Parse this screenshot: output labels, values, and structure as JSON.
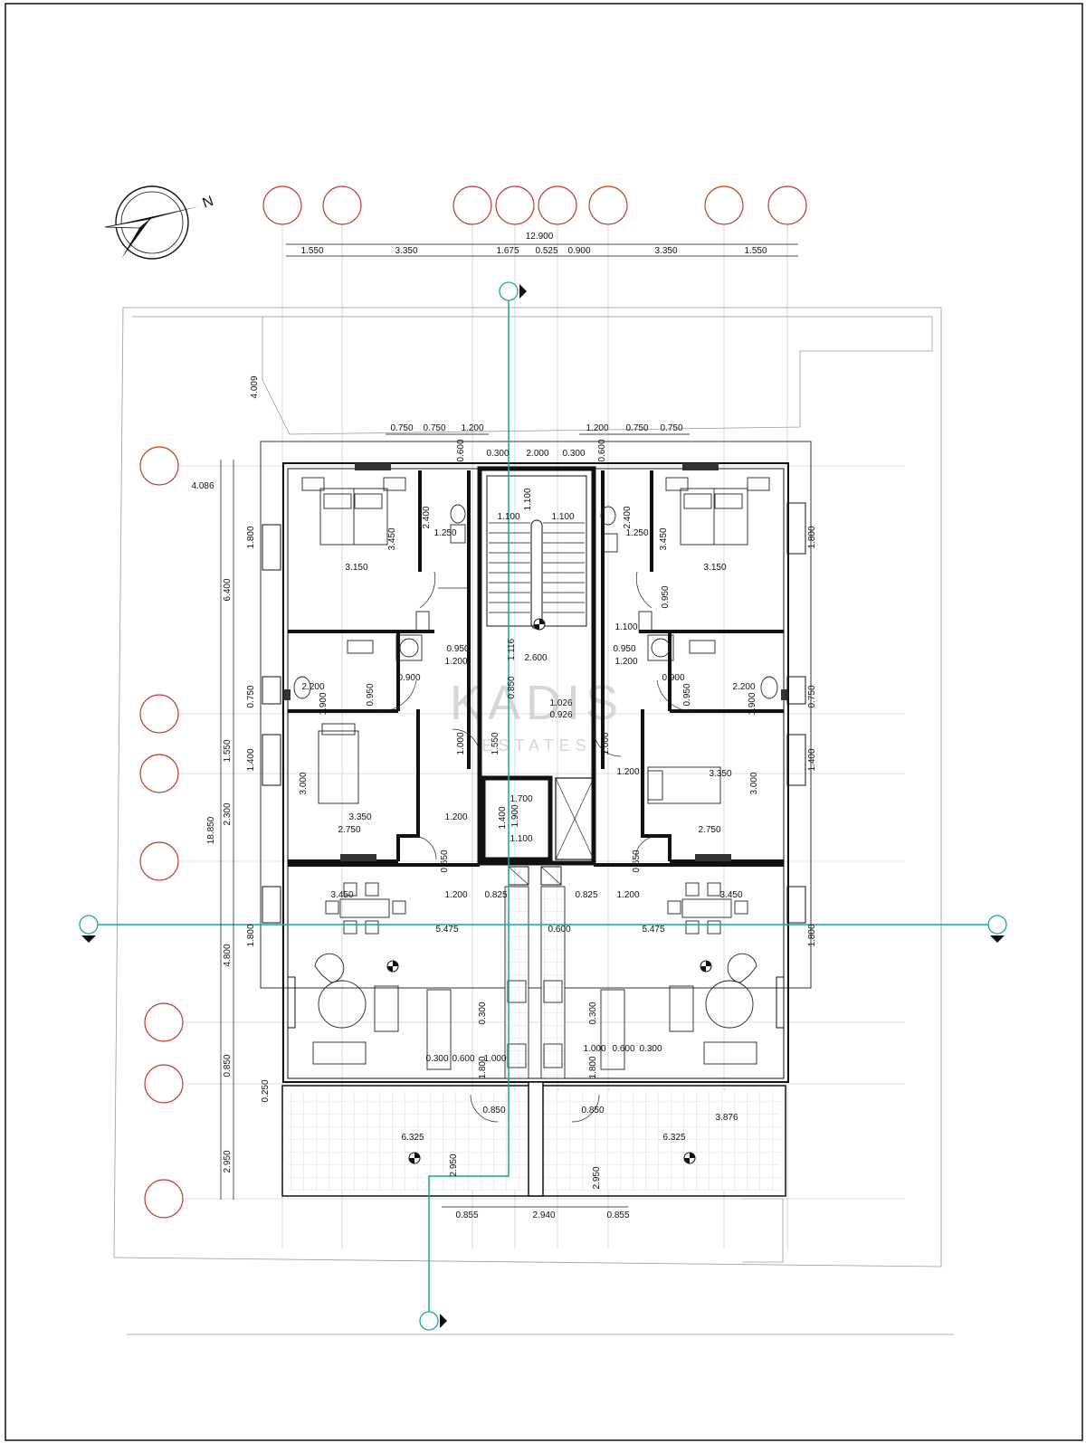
{
  "drawing": {
    "north_label": "N",
    "watermark": {
      "brand": "KADIS",
      "sub": "ESTATES"
    },
    "colors": {
      "line": "#111111",
      "grid_bubble": "#c0392b",
      "section_line": "#1aa3a3",
      "wall": "#1a1a1a",
      "watermark": "#c9c9c9"
    },
    "dimensions": {
      "top_overall": "12.900",
      "top_chain": [
        "1.550",
        "3.350",
        "1.675",
        "0.525",
        "0.900",
        "3.350",
        "1.550"
      ],
      "left_overall": "18.850",
      "left_chain": [
        "6.400",
        "2.300",
        "4.800",
        "2.950"
      ],
      "left_sub": [
        "1.800",
        "0.750",
        "1.550",
        "1.400",
        "1.800",
        "0.850",
        "0.250"
      ],
      "right_sub": [
        "1.800",
        "0.750",
        "1.400",
        "1.800"
      ],
      "setback_top": "4.009",
      "setback_left": "4.086",
      "windows_left": [
        "0.750",
        "0.750",
        "1.200"
      ],
      "windows_right": [
        "1.200",
        "0.750",
        "0.750"
      ],
      "stair_top": [
        "0.600",
        "0.300",
        "2.000",
        "0.300",
        "0.600"
      ],
      "stair_flight": [
        "1.100",
        "1.100",
        "1.100"
      ],
      "stair_landing": [
        "1.116",
        "2.600",
        "0.850",
        "1.026",
        "0.926",
        "1.000",
        "1.550",
        "1.000"
      ],
      "lift": [
        "1.700",
        "1.400",
        "1.900",
        "1.100"
      ],
      "bedroom1_left": [
        "3.450",
        "3.150",
        "2.400",
        "1.250"
      ],
      "bedroom1_right": [
        "3.450",
        "3.150",
        "2.400",
        "1.250",
        "0.950"
      ],
      "hall_left": [
        "0.950",
        "1.200",
        "0.900",
        "2.200",
        "1.900",
        "0.950"
      ],
      "hall_right": [
        "1.100",
        "0.950",
        "1.200",
        "0.900",
        "2.200",
        "1.900",
        "0.950"
      ],
      "bedroom2_left": [
        "3.000",
        "3.350",
        "2.750",
        "1.200",
        "0.650"
      ],
      "bedroom2_right": [
        "1.200",
        "3.350",
        "3.000",
        "2.750",
        "0.650"
      ],
      "living_left": [
        "3.450",
        "1.200",
        "0.825",
        "5.475"
      ],
      "living_right": [
        "0.825",
        "1.200",
        "3.450",
        "5.475"
      ],
      "kitchen_mid": "0.600",
      "kitchen_left": [
        "0.300",
        "0.300",
        "0.600",
        "1.000",
        "1.800"
      ],
      "kitchen_right": [
        "0.300",
        "1.000",
        "0.600",
        "0.300",
        "1.800"
      ],
      "veranda_left": [
        "0.850",
        "6.325",
        "2.950"
      ],
      "veranda_right": [
        "0.850",
        "3.876",
        "6.325",
        "2.950"
      ],
      "bottom": [
        "0.855",
        "2.940",
        "0.855"
      ]
    }
  }
}
